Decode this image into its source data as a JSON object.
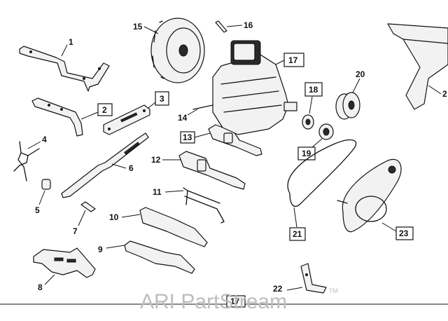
{
  "watermark": {
    "text": "ARI PartStream",
    "trademark": "TM"
  },
  "callouts": {
    "c1": "1",
    "c2": "2",
    "c3": "3",
    "c4": "4",
    "c5": "5",
    "c6": "6",
    "c7": "7",
    "c8": "8",
    "c9": "9",
    "c10": "10",
    "c11": "11",
    "c12": "12",
    "c13": "13",
    "c14": "14",
    "c15": "15",
    "c16": "16",
    "c17": "17",
    "c18": "18",
    "c19": "19",
    "c20": "20",
    "c21": "21",
    "c22": "22",
    "c23": "23",
    "c24": "2",
    "c17b": "17"
  }
}
